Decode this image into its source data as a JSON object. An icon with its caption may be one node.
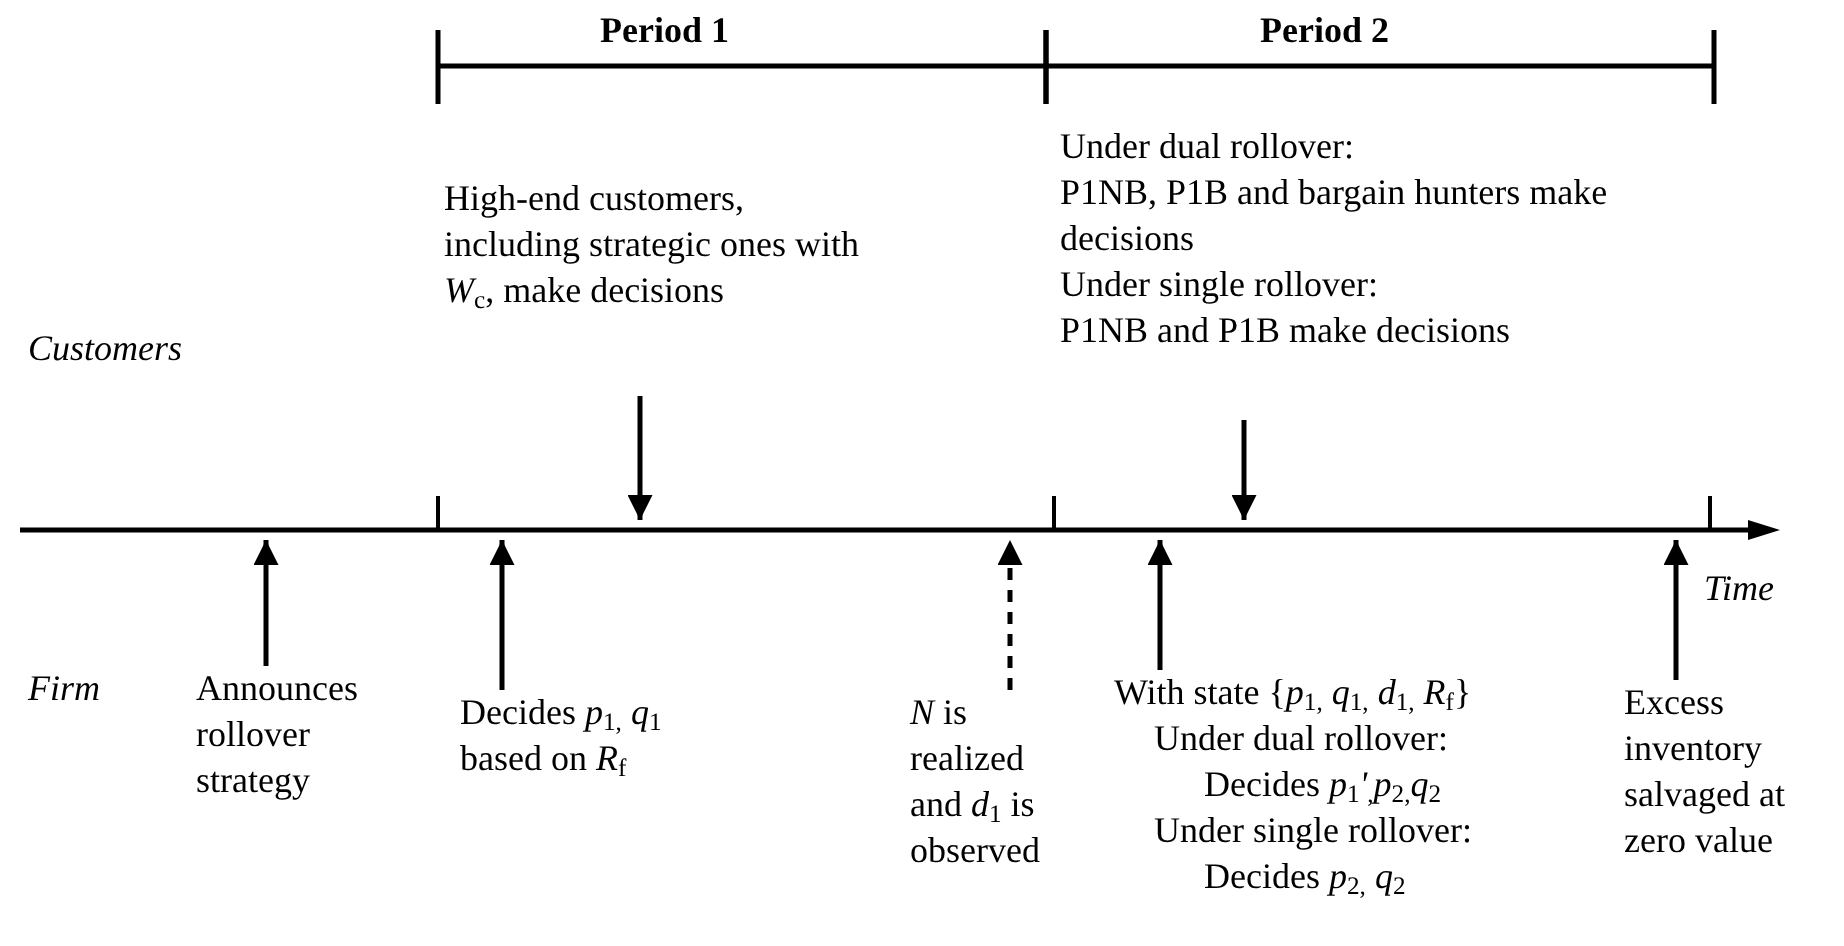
{
  "diagram": {
    "nodes": [
      {
        "text": [],
        "shape": "bar",
        "beside": [
          "Time"
        ]
      },
      {
        "text": [
          "High-end  customers, including strategic ones with *W*$_{c}$, make decisions"
        ]
      },
      {
        "text": [
          "Under dual rollover:",
          "P1NB, P1B and bargain hunters make decisions",
          "Under single rollover:",
          "P1NB and P1B make decisions"
        ]
      },
      {
        "text": [
          "Announces rollover strategy"
        ]
      },
      {
        "text": [
          "Decides *p*$_{1,}$ *q*$_{1}$ based on *R*$_{f}$"
        ]
      },
      {
        "text": [
          "*N* is realized and *d*$_{1}$ is observed"
        ]
      },
      {
        "text": [
          "With state {*p*$_{1,}$ *q*$_{1,}$ *d*$_{1,}$ *R*$_{f}$}",
          "Under dual rollover:",
          "Decides *p*$_{1}$*'*$_{,}$*p*$_{2,}$*q*$_{2}$",
          "Under single rollover:",
          "Decides *p*$_{2,}$ *q*$_{2}$"
        ]
      },
      {
        "text": [
          "Excess inventory salvaged at zero value"
        ]
      }
    ],
    "edges": [
      {
        "from": 1,
        "to": 0,
        "arrow": "to"
      },
      {
        "from": 2,
        "to": 0,
        "arrow": "to"
      },
      {
        "from": 3,
        "to": 0,
        "arrow": "to"
      },
      {
        "from": 4,
        "to": 0,
        "arrow": "to"
      },
      {
        "from": 5,
        "to": 0,
        "arrow": "to",
        "style": "dashed"
      },
      {
        "from": 6,
        "to": 0,
        "arrow": "to"
      },
      {
        "from": 7,
        "to": 0,
        "arrow": "to"
      }
    ],
    "labels": [
      "Period 1",
      "Period 2",
      "Customers",
      "Firm"
    ]
  }
}
